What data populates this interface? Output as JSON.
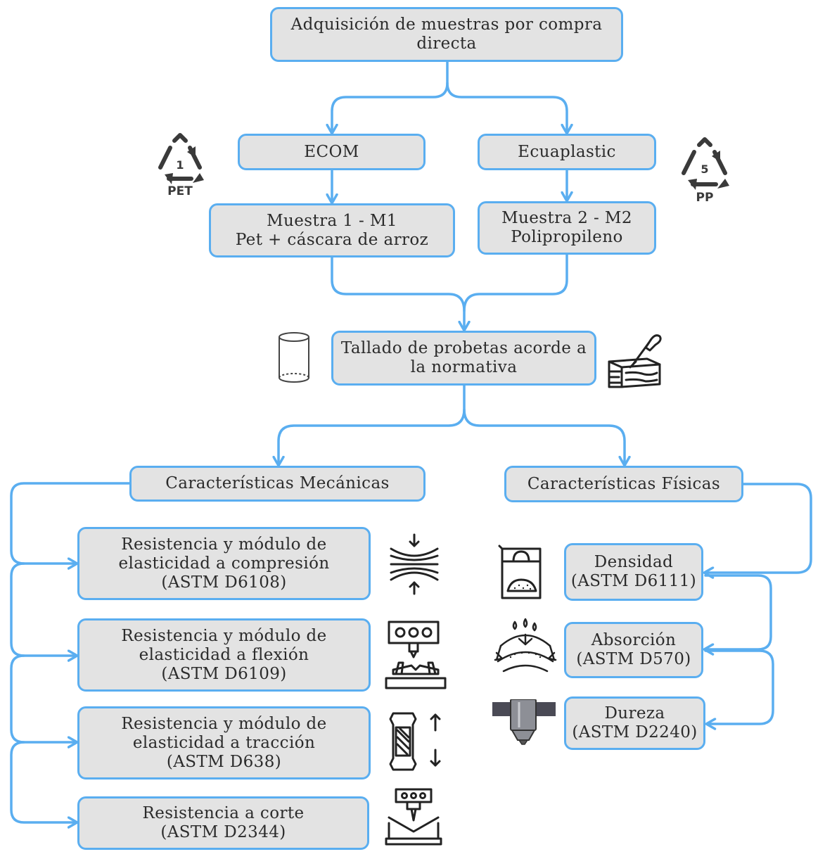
{
  "boxes": {
    "acquisition": [
      "Adquisición de muestras por compra",
      "directa"
    ],
    "ecom": [
      "ECOM"
    ],
    "ecuaplastic": [
      "Ecuaplastic"
    ],
    "sample1": [
      "Muestra 1 - M1",
      "Pet + cáscara de arroz"
    ],
    "sample2": [
      "Muestra 2 - M2",
      "Polipropileno"
    ],
    "carving": [
      "Tallado de probetas acorde a",
      "la normativa"
    ],
    "mechanical": [
      "Características Mecánicas"
    ],
    "physical": [
      "Características Físicas"
    ],
    "compression": [
      "Resistencia y módulo de",
      "elasticidad a compresión",
      "(ASTM D6108)"
    ],
    "flexion": [
      "Resistencia y módulo de",
      "elasticidad a flexión",
      "(ASTM D6109)"
    ],
    "traction": [
      "Resistencia y módulo de",
      "elasticidad a tracción",
      "(ASTM D638)"
    ],
    "shear": [
      "Resistencia a corte",
      "(ASTM D2344)"
    ],
    "density": [
      "Densidad",
      "(ASTM D6111)"
    ],
    "absorption": [
      "Absorción",
      "(ASTM D570)"
    ],
    "hardness": [
      "Dureza",
      "(ASTM D2240)"
    ]
  },
  "recycle": {
    "pet": {
      "number": "1",
      "label": "PET"
    },
    "pp": {
      "number": "5",
      "label": "PP"
    }
  },
  "colors": {
    "connector": "#5aaef0",
    "box_fill": "#e3e3e3",
    "icon": "#333333"
  }
}
